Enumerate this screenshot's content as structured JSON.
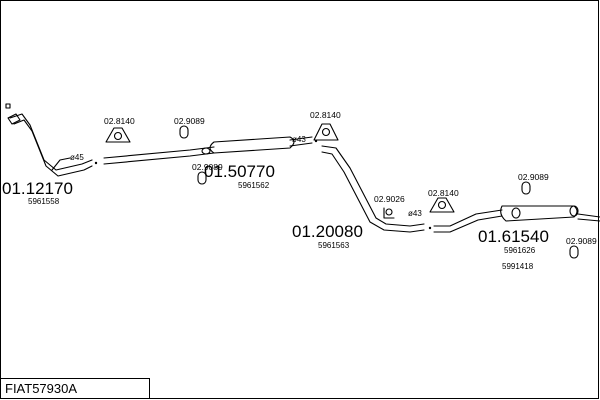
{
  "diagram_code": "FIAT57930A",
  "parts": [
    {
      "code": "01.12170",
      "ref": "5961558"
    },
    {
      "code": "01.50770",
      "ref": "5961562"
    },
    {
      "code": "01.20080",
      "ref": "5961563"
    },
    {
      "code": "01.61540",
      "ref": "5961626",
      "ref2": "5991418"
    }
  ],
  "fittings": {
    "bracket": "02.8140",
    "ring": "02.9089",
    "clamp": "02.9026"
  },
  "diameters": {
    "d45": "ø45",
    "d43": "ø43"
  }
}
